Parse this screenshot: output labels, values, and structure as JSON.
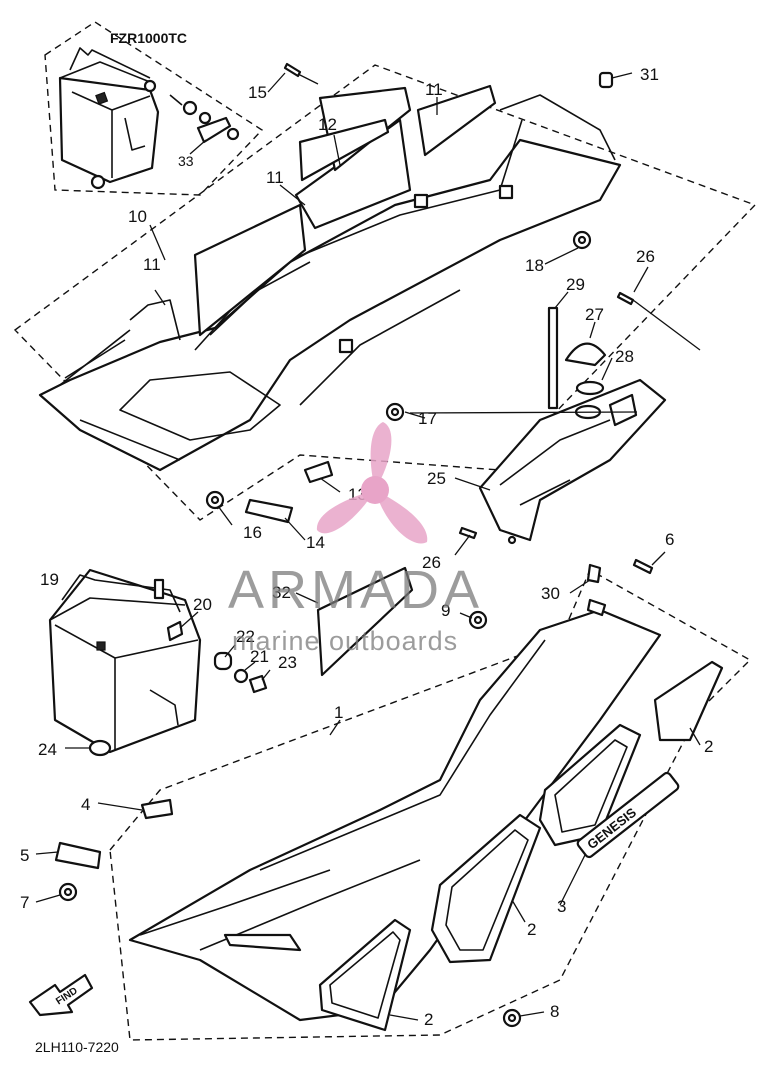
{
  "diagram": {
    "model_note": "FZR1000TC",
    "reference_code": "2LH110-7220",
    "find_badge": "FIND",
    "brand_lettering": "GENESIS"
  },
  "watermark": {
    "title": "ARMADA",
    "subtitle": "marine outboards",
    "accent_color": "#e8a4c8",
    "text_color": "#7b7b7b"
  },
  "callouts": {
    "c1": "1",
    "c2a": "2",
    "c2b": "2",
    "c2c": "2",
    "c3": "3",
    "c4": "4",
    "c5": "5",
    "c6": "6",
    "c7": "7",
    "c8": "8",
    "c9": "9",
    "c10": "10",
    "c11a": "11",
    "c11b": "11",
    "c11c": "11",
    "c12": "12",
    "c13": "13",
    "c14": "14",
    "c15": "15",
    "c16": "16",
    "c17": "17",
    "c18": "18",
    "c19": "19",
    "c20": "20",
    "c21": "21",
    "c22": "22",
    "c23": "23",
    "c24": "24",
    "c25": "25",
    "c26a": "26",
    "c26b": "26",
    "c27": "27",
    "c28": "28",
    "c29": "29",
    "c30": "30",
    "c31": "31",
    "c32": "32",
    "c33": "33"
  }
}
